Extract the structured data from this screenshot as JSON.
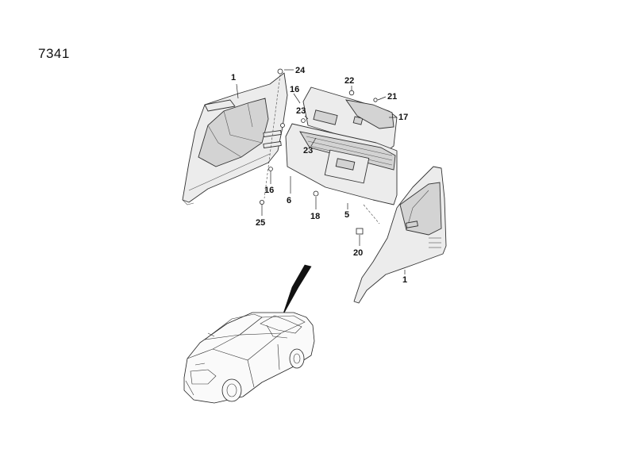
{
  "diagram_code": "7341",
  "callouts": {
    "c1_left": "1",
    "c24": "24",
    "c16_top": "16",
    "c22": "22",
    "c21": "21",
    "c23_top": "23",
    "c17": "17",
    "c23_mid": "23",
    "c16_bottom": "16",
    "c6": "6",
    "c18": "18",
    "c5": "5",
    "c25": "25",
    "c20": "20",
    "c1_right": "1"
  }
}
